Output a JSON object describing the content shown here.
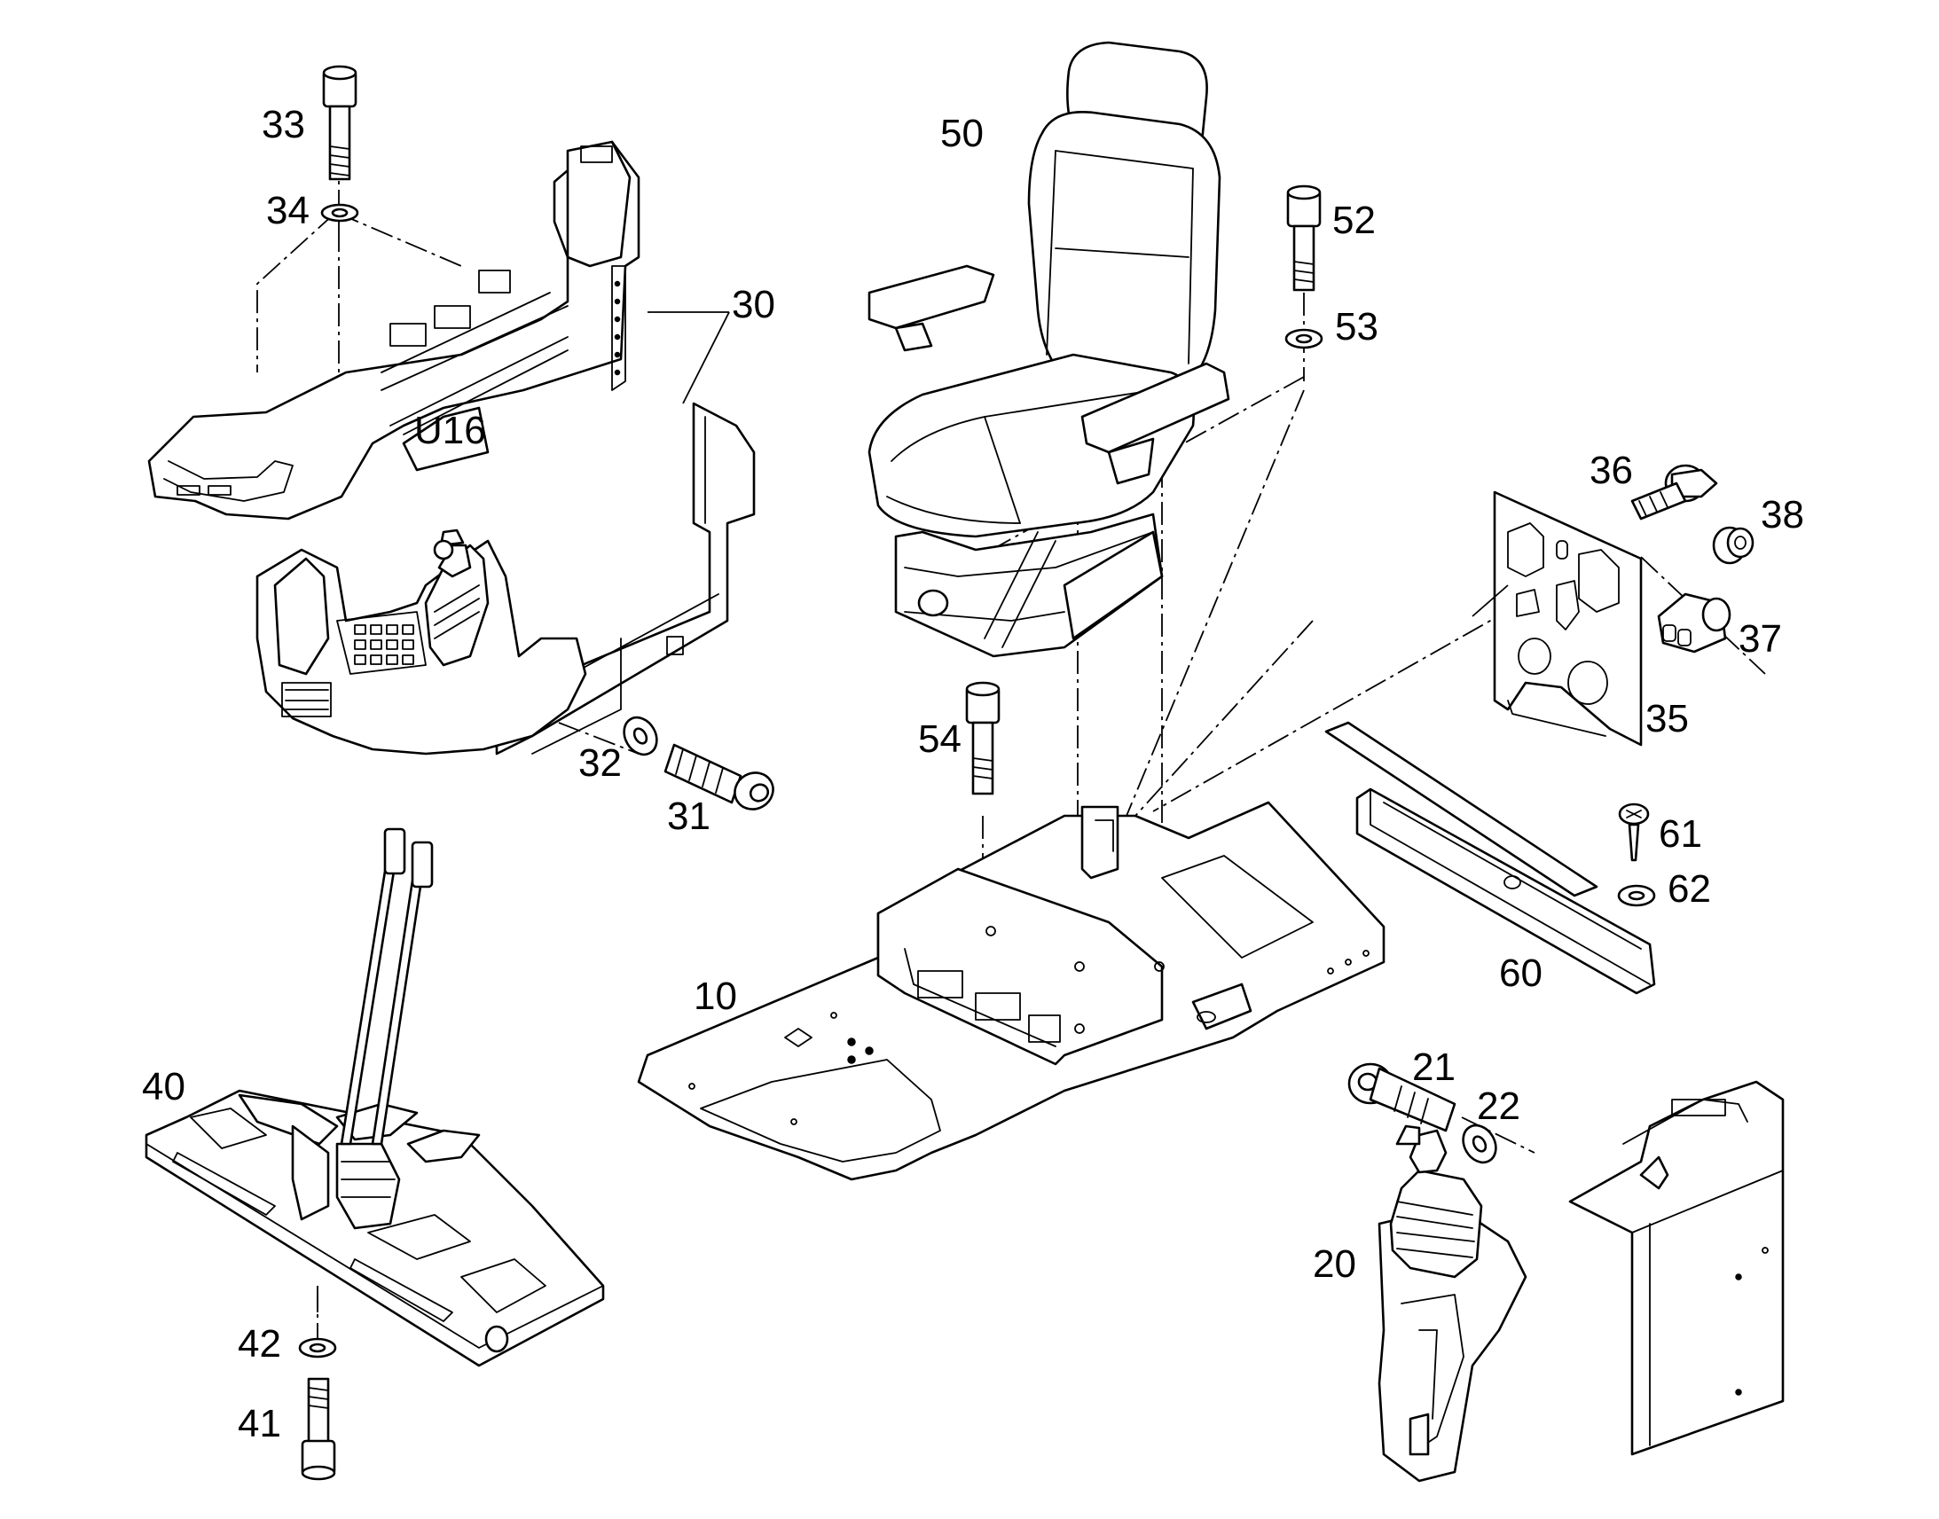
{
  "labels": {
    "p10": "10",
    "p20": "20",
    "p21": "21",
    "p22": "22",
    "p30": "30",
    "p31": "31",
    "p32": "32",
    "p33": "33",
    "p34": "34",
    "p35": "35",
    "p36": "36",
    "p37": "37",
    "p38": "38",
    "p40": "40",
    "p41": "41",
    "p42": "42",
    "p50": "50",
    "p52": "52",
    "p53": "53",
    "p54": "54",
    "p60": "60",
    "p61": "61",
    "p62": "62"
  }
}
